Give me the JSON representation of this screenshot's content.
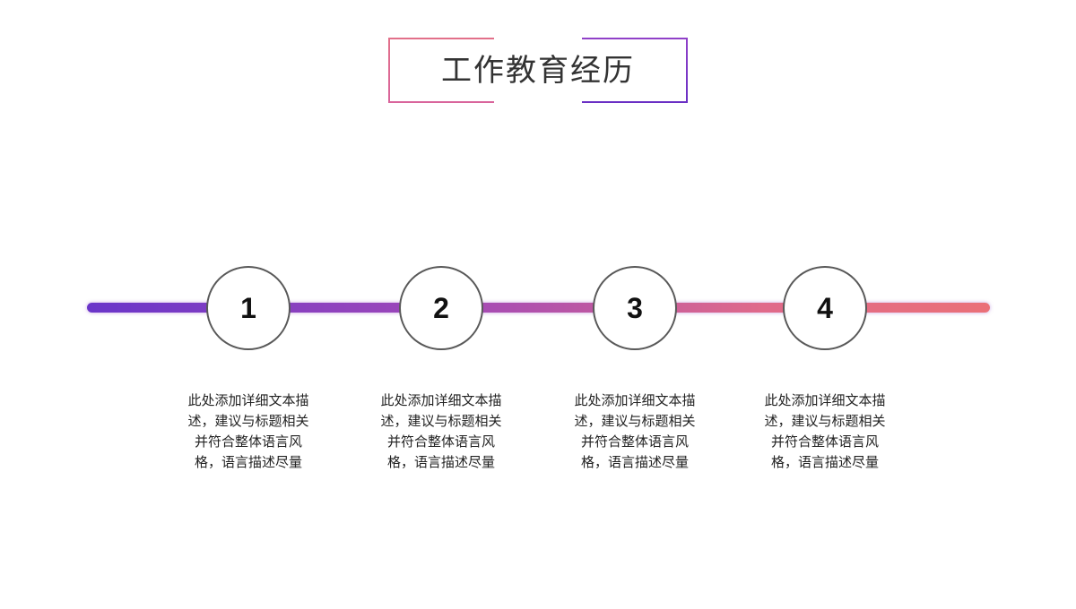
{
  "header": {
    "title": "工作教育经历"
  },
  "colors": {
    "track_start": "#6a35c9",
    "track_end": "#ea7078",
    "circle_border": "#595959"
  },
  "steps": [
    {
      "number": "1",
      "description": "此处添加详细文本描述，建议与标题相关并符合整体语言风格，语言描述尽量"
    },
    {
      "number": "2",
      "description": "此处添加详细文本描述，建议与标题相关并符合整体语言风格，语言描述尽量"
    },
    {
      "number": "3",
      "description": "此处添加详细文本描述，建议与标题相关并符合整体语言风格，语言描述尽量"
    },
    {
      "number": "4",
      "description": "此处添加详细文本描述，建议与标题相关并符合整体语言风格，语言描述尽量"
    }
  ]
}
